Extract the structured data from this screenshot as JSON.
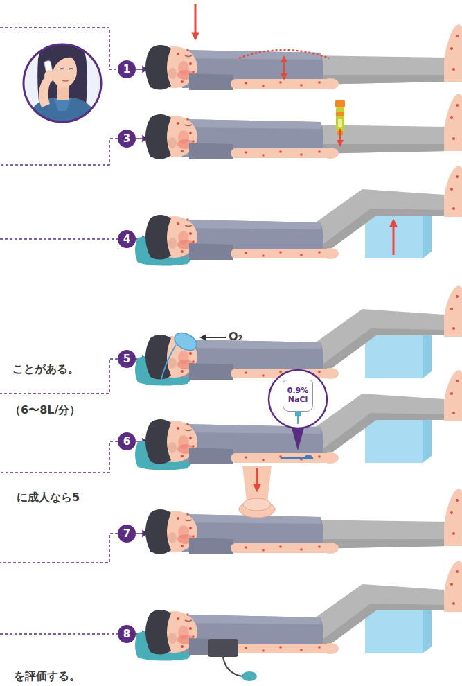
{
  "diagram": {
    "nodes": [
      {
        "text": [
          "1"
        ]
      },
      {
        "text": [
          "3"
        ]
      },
      {
        "text": [
          "4"
        ]
      },
      {
        "text": [
          "5"
        ]
      },
      {
        "text": [
          "0.9% NaCl"
        ]
      },
      {
        "text": [
          "6"
        ]
      },
      {
        "text": [
          "7"
        ]
      },
      {
        "text": [
          "8"
        ]
      }
    ],
    "labels": [
      "O₂",
      "ことがある。",
      "（6〜8L/分）",
      "に成人なら5",
      "を評価する。"
    ]
  }
}
